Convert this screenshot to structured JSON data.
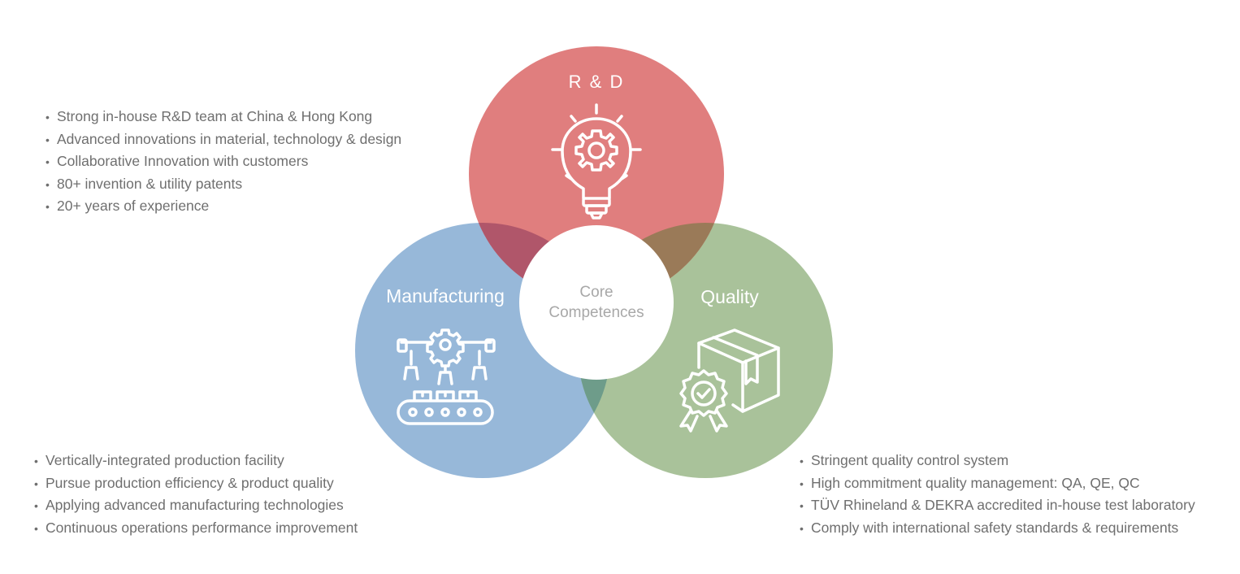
{
  "colors": {
    "rd": "#E07E7E",
    "manufacturing": "#97B8D9",
    "quality": "#A9C29A",
    "rd_manufacturing_overlap": "#B0566A",
    "rd_quality_overlap": "#9A7A58",
    "manufacturing_quality_overlap": "#6E9C8A",
    "center": "#FFFFFF",
    "center_text": "#A8A8A8",
    "bullet_text": "#6F6F6F",
    "icon_stroke": "#FFFFFF"
  },
  "circles": {
    "rd": {
      "title": "R & D",
      "icon": "lightbulb-gear-icon"
    },
    "manufacturing": {
      "title": "Manufacturing",
      "icon": "assembly-line-icon"
    },
    "quality": {
      "title": "Quality",
      "icon": "quality-badge-box-icon"
    },
    "center": {
      "line1": "Core",
      "line2": "Competences"
    }
  },
  "bullets": {
    "rd": [
      "Strong in-house R&D team at China & Hong Kong",
      "Advanced innovations in material, technology & design",
      "Collaborative Innovation with customers",
      "80+ invention & utility patents",
      "20+ years of experience"
    ],
    "manufacturing": [
      "Vertically-integrated production facility",
      "Pursue production efficiency & product quality",
      "Applying advanced manufacturing technologies",
      "Continuous operations performance improvement"
    ],
    "quality": [
      "Stringent quality control system",
      "High commitment quality management: QA, QE, QC",
      "TÜV Rhineland & DEKRA accredited in-house test laboratory",
      "Comply with international safety standards & requirements"
    ]
  }
}
